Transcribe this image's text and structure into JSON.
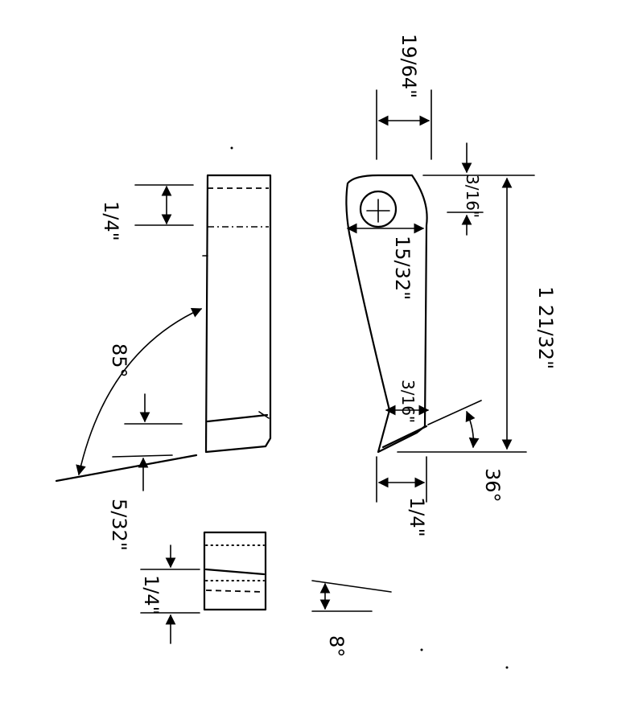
{
  "dimensions": {
    "bar_top_width": "1/4\"",
    "angle_85": "85°",
    "bar_tip": "5/32\"",
    "small_part_width": "1/4\"",
    "small_angle": "8°",
    "top_gap": "19/64\"",
    "hole_offset": "3/16\"",
    "hole_diameter": "15/32\"",
    "overall_length": "1 21/32\"",
    "tip_width": "3/16\"",
    "tip_angle": "36°",
    "bottom_width": "1/4\""
  }
}
